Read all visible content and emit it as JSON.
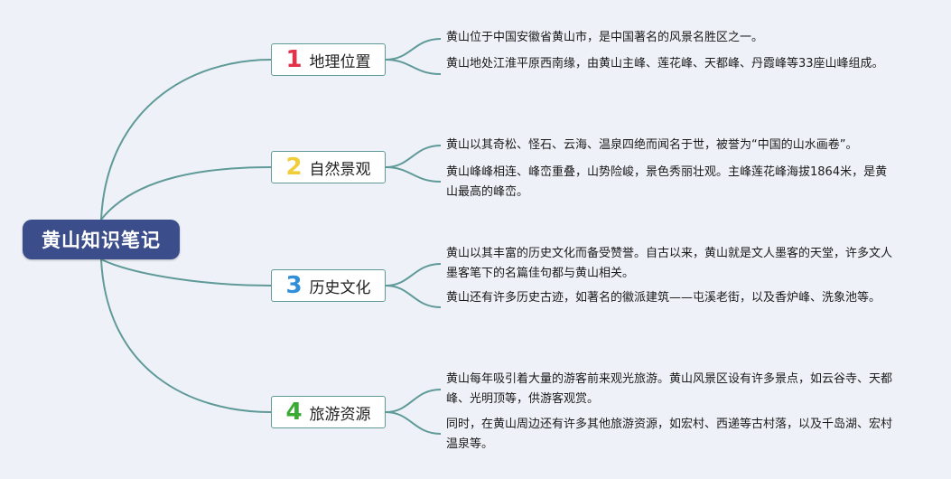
{
  "colors": {
    "background": "#eef2f8",
    "root_fill": "#3c4d8c",
    "connector": "#5f9a98",
    "branch_border": "#5f9a98",
    "num_1": "#e2334a",
    "num_2": "#f2cd3a",
    "num_3": "#2f8fd8",
    "num_4": "#3aaa35"
  },
  "root": {
    "title": "黄山知识笔记"
  },
  "branches": [
    {
      "number": "1",
      "label": "地理位置",
      "leaves": [
        "黄山位于中国安徽省黄山市，是中国著名的风景名胜区之一。",
        "黄山地处江淮平原西南缘，由黄山主峰、莲花峰、天都峰、丹霞峰等33座山峰组成。"
      ]
    },
    {
      "number": "2",
      "label": "自然景观",
      "leaves": [
        "黄山以其奇松、怪石、云海、温泉四绝而闻名于世，被誉为“中国的山水画卷”。",
        "黄山峰峰相连、峰峦重叠，山势险峻，景色秀丽壮观。主峰莲花峰海拔1864米，是黄山最高的峰峦。"
      ]
    },
    {
      "number": "3",
      "label": "历史文化",
      "leaves": [
        "黄山以其丰富的历史文化而备受赞誉。自古以来，黄山就是文人墨客的天堂，许多文人墨客笔下的名篇佳句都与黄山相关。",
        "黄山还有许多历史古迹，如著名的徽派建筑——屯溪老街，以及香炉峰、洗象池等。"
      ]
    },
    {
      "number": "4",
      "label": "旅游资源",
      "leaves": [
        "黄山每年吸引着大量的游客前来观光旅游。黄山风景区设有许多景点，如云谷寺、天都峰、光明顶等，供游客观赏。",
        "同时，在黄山周边还有许多其他旅游资源，如宏村、西递等古村落，以及千岛湖、宏村温泉等。"
      ]
    }
  ]
}
